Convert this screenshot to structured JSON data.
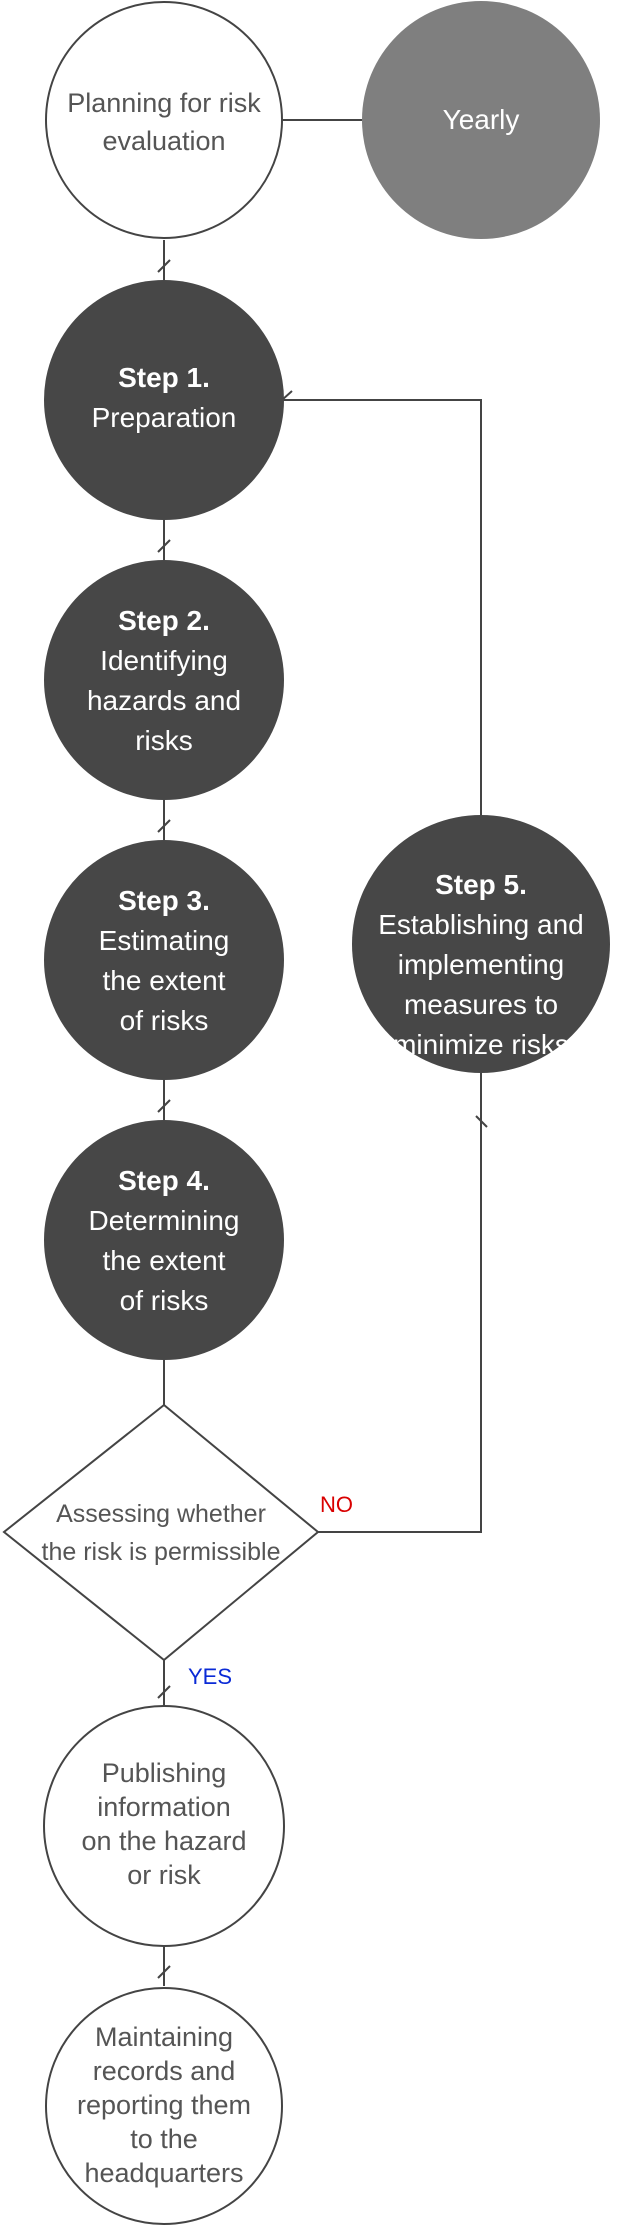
{
  "nodes": {
    "planning": {
      "lines": [
        "Planning for risk",
        "evaluation"
      ]
    },
    "yearly": {
      "lines": [
        "Yearly"
      ]
    },
    "step1": {
      "title": "Step 1.",
      "lines": [
        "Preparation"
      ]
    },
    "step2": {
      "title": "Step 2.",
      "lines": [
        "Identifying",
        "hazards and",
        "risks"
      ]
    },
    "step3": {
      "title": "Step 3.",
      "lines": [
        "Estimating",
        "the extent",
        "of risks"
      ]
    },
    "step4": {
      "title": "Step 4.",
      "lines": [
        "Determining",
        "the extent",
        "of risks"
      ]
    },
    "step5": {
      "title": "Step 5.",
      "lines": [
        "Establishing and",
        "implementing",
        "measures to",
        "minimize risks"
      ]
    },
    "decision": {
      "lines": [
        "Assessing whether",
        "the risk is permissible"
      ]
    },
    "publish": {
      "lines": [
        "Publishing",
        "information",
        "on the hazard",
        "or risk"
      ]
    },
    "maintain": {
      "lines": [
        "Maintaining",
        "records and",
        "reporting them",
        "to the",
        "headquarters"
      ]
    }
  },
  "labels": {
    "no": "NO",
    "yes": "YES"
  },
  "colors": {
    "dark_fill": "#474747",
    "gray_fill": "#7f7f7f",
    "outline": "#444444",
    "no_label": "#d90000",
    "yes_label": "#0a2ad6"
  }
}
